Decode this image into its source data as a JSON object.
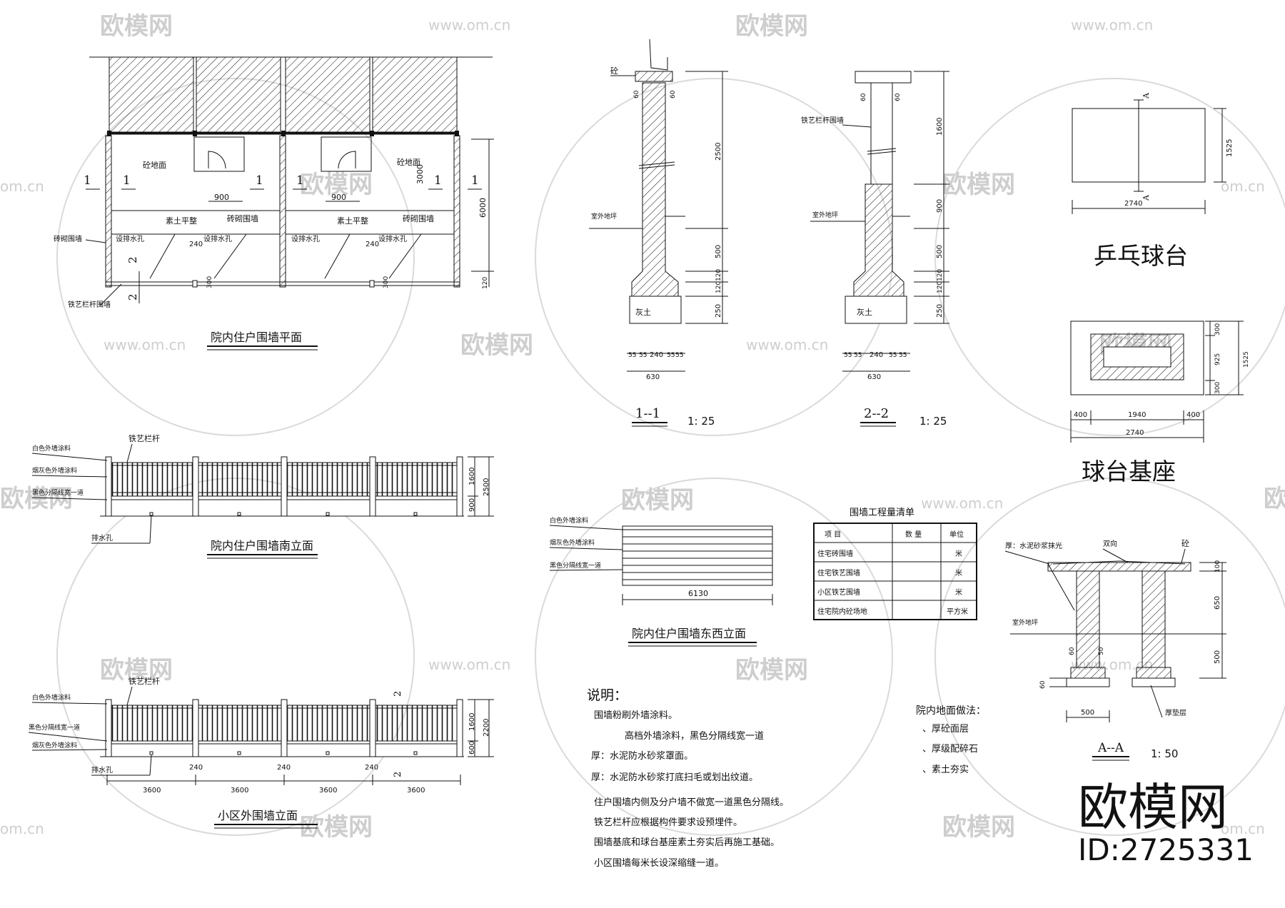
{
  "watermark": {
    "brand": "欧模网",
    "site": "www.om.cn",
    "short": "om.cn"
  },
  "stamp": {
    "brand": "欧模网",
    "id": "ID:2725331"
  },
  "plan": {
    "title": "院内住户围墙平面",
    "labels": {
      "concrete": "砼地面",
      "soil": "素土平整",
      "brick_wall": "砖砌围墙",
      "drain": "设排水孔",
      "iron_wall": "铁艺栏杆围墙",
      "brick_wall_left": "砖砌围墙"
    },
    "section_marks": [
      "1",
      "2"
    ],
    "dims": {
      "d900": "900",
      "d3000": "3000",
      "d6000": "6000",
      "d240": "240",
      "d300": "300",
      "d120": "120"
    }
  },
  "south": {
    "title": "院内住户围墙南立面",
    "labels": {
      "rail": "铁艺栏杆",
      "white": "白色外墙涂料",
      "grey": "烟灰色外墙涂料",
      "black": "黑色分隔线宽一道",
      "drain": "排水孔"
    },
    "dims": {
      "d1600": "1600",
      "d900": "900",
      "d2500": "2500"
    }
  },
  "outer": {
    "title": "小区外围墙立面",
    "labels": {
      "rail": "铁艺栏杆",
      "white": "白色外墙涂料",
      "black": "黑色分隔线宽一道",
      "grey": "烟灰色外墙涂料",
      "drain": "排水孔"
    },
    "dims": {
      "bays": [
        "3600",
        "3600",
        "3600",
        "3600"
      ],
      "d240": "240",
      "d1600": "1600",
      "d600": "600",
      "d2200": "2200"
    },
    "mark": "2"
  },
  "section1": {
    "title": "1--1",
    "scale": "1: 25",
    "labels": {
      "concrete": "砼",
      "ground": "室外地坪",
      "soil": "灰土"
    },
    "dims": {
      "d2500": "2500",
      "d500": "500",
      "d120": "120",
      "d250": "250",
      "d60": "60",
      "d55": "55",
      "d240": "240",
      "d630": "630"
    }
  },
  "section2": {
    "title": "2--2",
    "scale": "1: 25",
    "labels": {
      "rail": "铁艺栏杆围墙",
      "ground": "室外地坪",
      "soil": "灰土"
    },
    "dims": {
      "d1600": "1600",
      "d900": "900",
      "d500": "500",
      "d120": "120",
      "d250": "250",
      "d60": "60",
      "d55": "55",
      "d240": "240",
      "d630": "630"
    }
  },
  "east": {
    "title": "院内住户围墙东西立面",
    "labels": {
      "white": "白色外墙涂料",
      "grey": "烟灰色外墙涂料",
      "black": "黑色分隔线宽一道"
    },
    "dims": {
      "d6130": "6130"
    }
  },
  "quantity_table": {
    "title": "围墙工程量清单",
    "headers": [
      "项 目",
      "数 量",
      "单位"
    ],
    "rows": [
      [
        "住宅砖围墙",
        "",
        "米"
      ],
      [
        "住宅铁艺围墙",
        "",
        "米"
      ],
      [
        "小区铁艺围墙",
        "",
        "米"
      ],
      [
        "住宅院内砼场地",
        "",
        "平方米"
      ]
    ]
  },
  "notes": {
    "heading": "说明：",
    "lines": [
      "围墙粉刷外墙涂料。",
      "高档外墙涂料，黑色分隔线宽一道",
      "厚：水泥防水砂浆罩面。",
      "厚：水泥防水砂浆打底扫毛或划出纹道。",
      "住户围墙内侧及分户墙不做宽一道黑色分隔线。",
      "铁艺栏杆应根据构件要求设预埋件。",
      "围墙基底和球台基座素土夯实后再施工基础。",
      "小区围墙每米长设深缩缝一道。"
    ]
  },
  "ground_notes": {
    "heading": "院内地面做法：",
    "lines": [
      "、厚砼面层",
      "、厚级配碎石",
      "、素土夯实"
    ]
  },
  "pingpong": {
    "title": "乒乓球台",
    "marks": [
      "A",
      "A"
    ],
    "dims": {
      "d1525": "1525",
      "d2740": "2740"
    }
  },
  "base": {
    "title": "球台基座",
    "dims": {
      "d300": "300",
      "d925": "925",
      "d1525": "1525",
      "d400": "400",
      "d1940": "1940",
      "d2740": "2740"
    }
  },
  "sectionA": {
    "title": "A--A",
    "scale": "1: 50",
    "labels": {
      "mortar": "厚：水泥砂浆抹光",
      "slope": "双向",
      "concrete": "砼",
      "ground": "室外地坪",
      "cushion": "厚垫层"
    },
    "dims": {
      "d100": "100",
      "d650": "650",
      "d500": "500",
      "d60": "60",
      "d50": "50",
      "d500w": "500"
    }
  }
}
